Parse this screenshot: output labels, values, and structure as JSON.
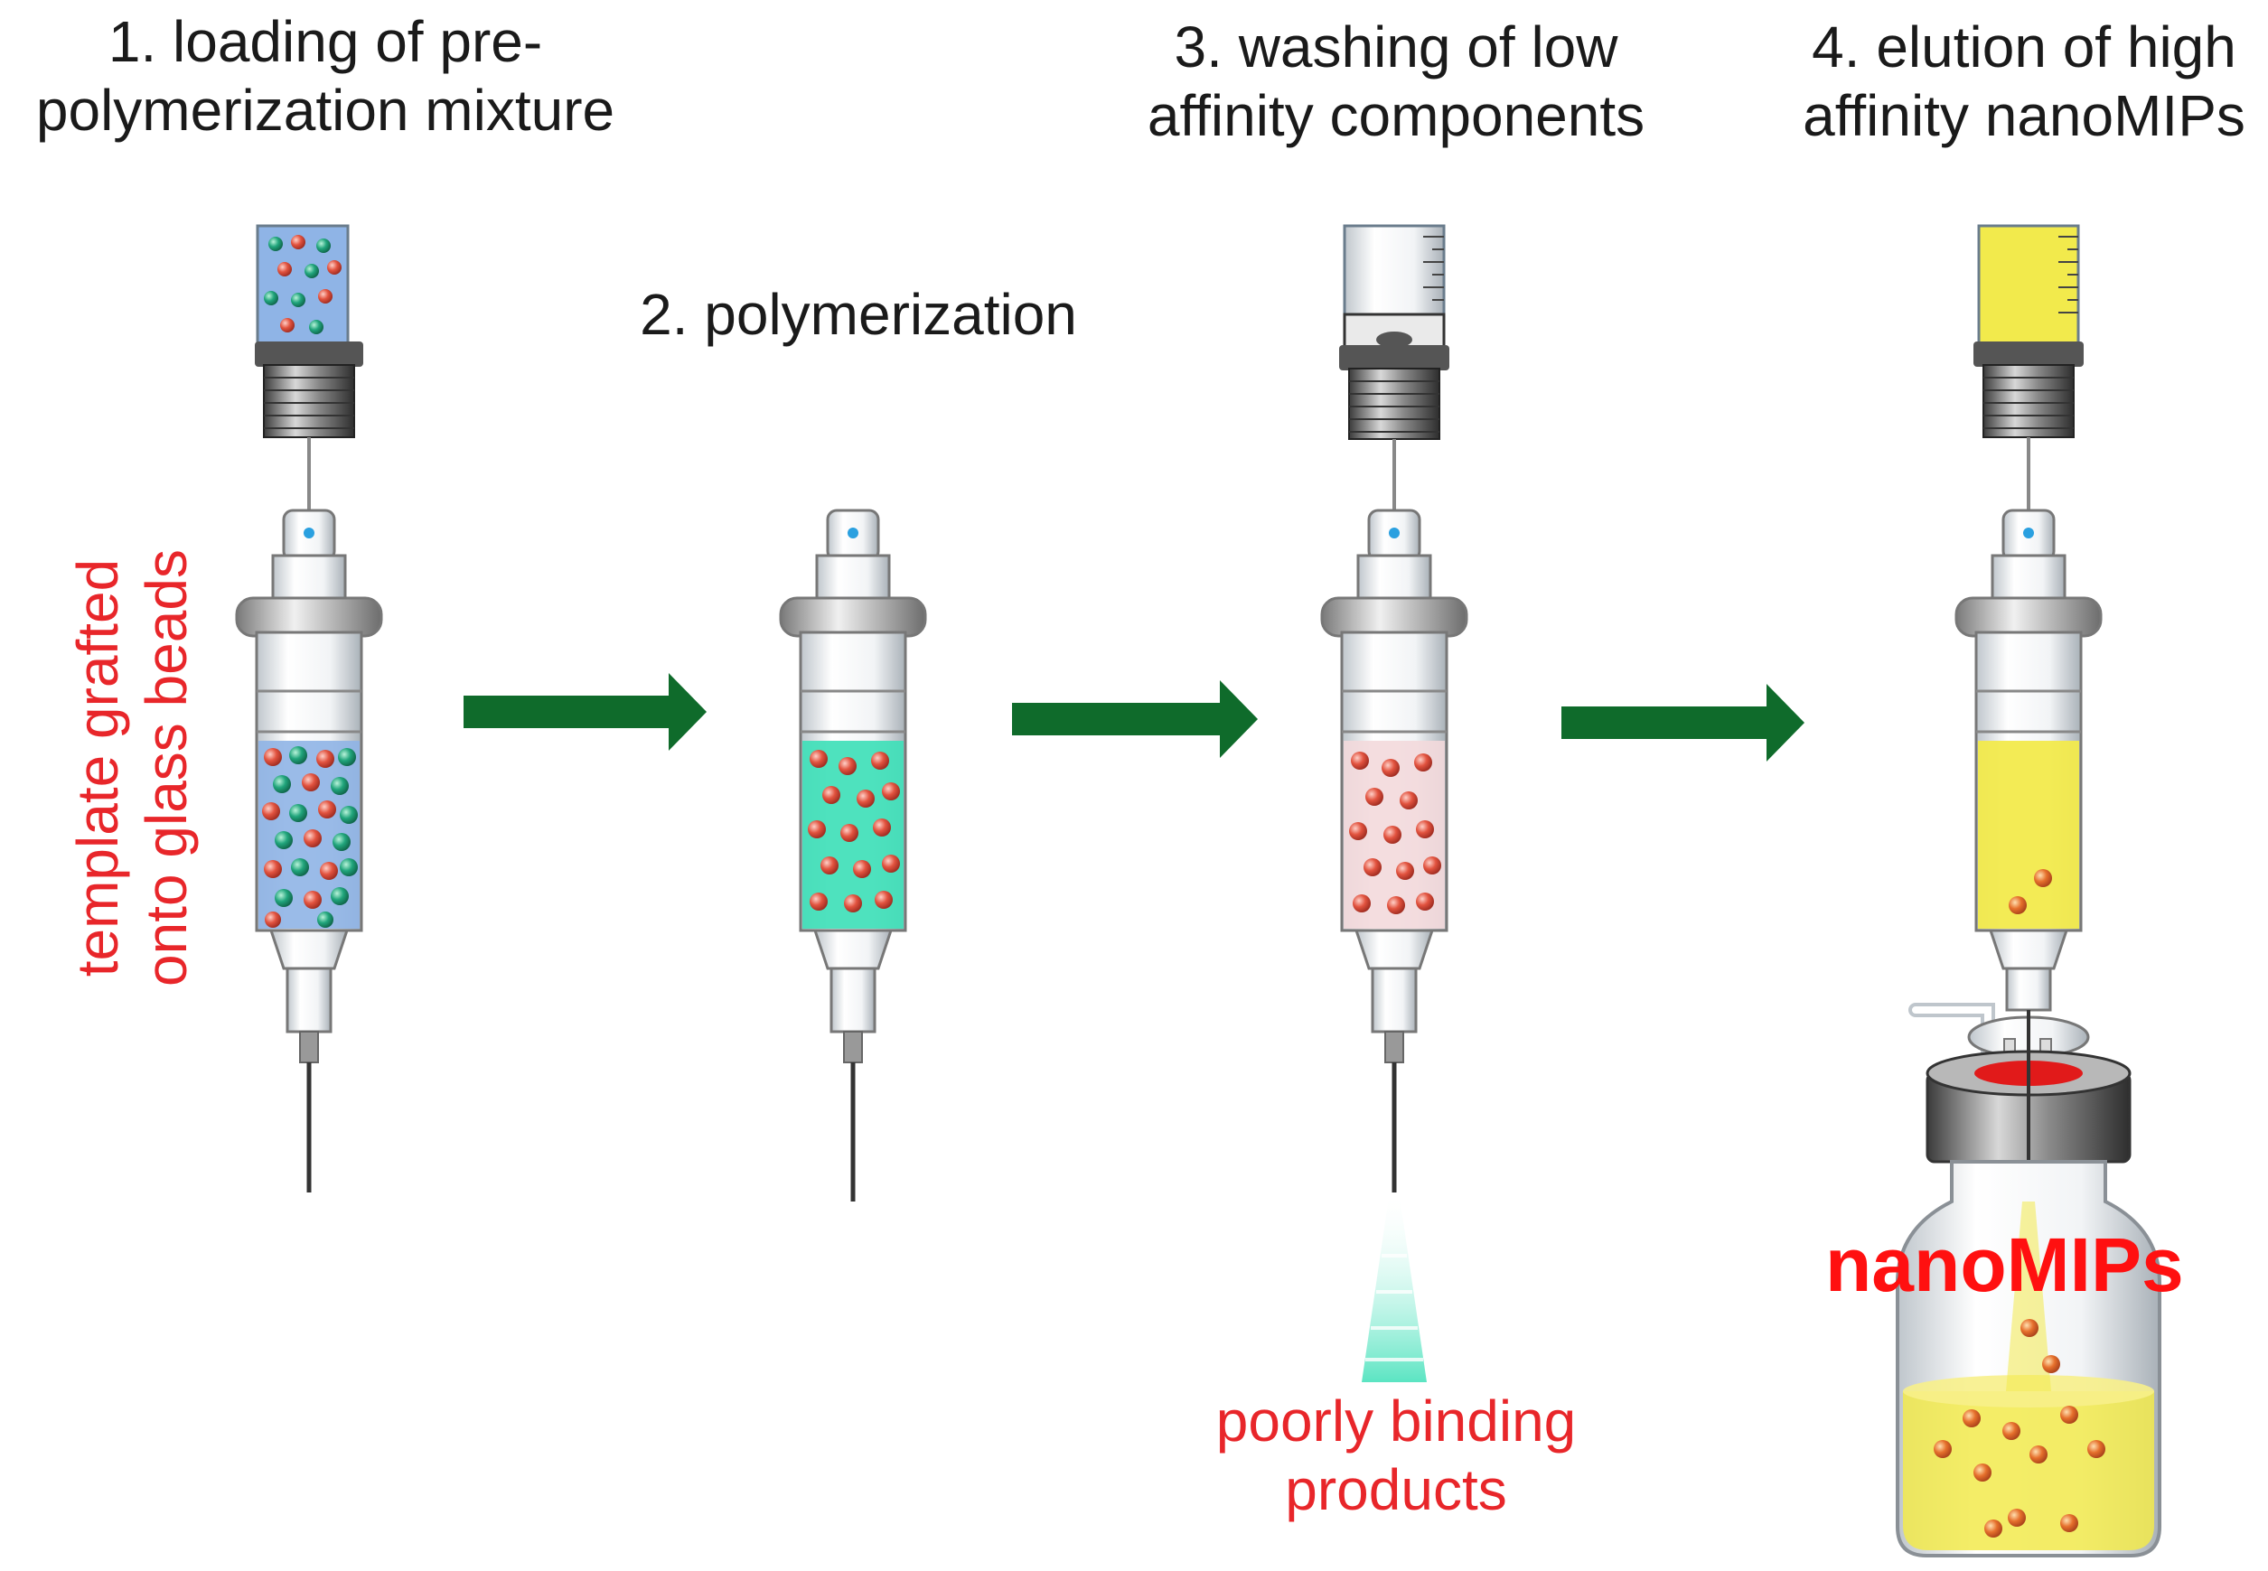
{
  "steps": [
    {
      "line1": "1. loading of pre-",
      "line2": "polymerization mixture"
    },
    {
      "line1": "2. polymerization",
      "line2": ""
    },
    {
      "line1": "3. washing of low",
      "line2": "affinity components"
    },
    {
      "line1": "4. elution of high",
      "line2": "affinity nanoMIPs"
    }
  ],
  "labels": {
    "template_line1": "template grafted",
    "template_line2": "onto glass beads",
    "poorly_line1": "poorly binding",
    "poorly_line2": "products",
    "nanomips": "nanoMIPs"
  },
  "colors": {
    "arrow": "#0f6b2b",
    "label_red": "#e8262a",
    "liquid_blue": "#8fb4e6",
    "liquid_green": "#3fe0b8",
    "liquid_pink": "#f3d9dc",
    "liquid_yellow": "#f2ea4c",
    "bead_red": "#d84a3a",
    "bead_green": "#22a27a"
  },
  "icons": [
    "syringe-icon",
    "column-icon",
    "arrow-right-icon",
    "collection-vial-icon"
  ]
}
